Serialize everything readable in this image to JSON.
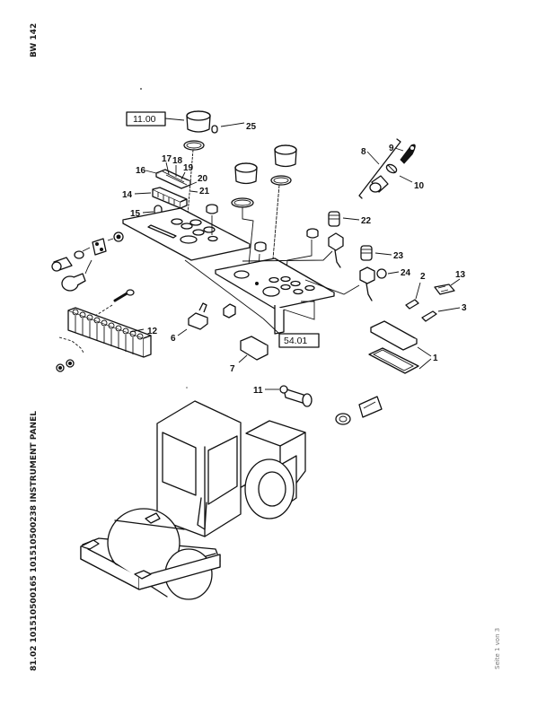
{
  "header": {
    "model": "BW 142"
  },
  "footer": {
    "title": "81.02 101510500165 101510500238 INSTRUMENT PANEL",
    "page": "Seite 1 von 3"
  },
  "diagram": {
    "refs": {
      "ref_a": "11.00",
      "ref_b": "54.01"
    },
    "callouts": {
      "c1": "1",
      "c2": "2",
      "c3": "3",
      "c6": "6",
      "c7": "7",
      "c8": "8",
      "c9": "9",
      "c10": "10",
      "c11": "11",
      "c12": "12",
      "c13": "13",
      "c14": "14",
      "c15": "15",
      "c16": "16",
      "c17": "17",
      "c18": "18",
      "c19": "19",
      "c20": "20",
      "c21": "21",
      "c22": "22",
      "c23": "23",
      "c24": "24",
      "c25": "25"
    }
  }
}
